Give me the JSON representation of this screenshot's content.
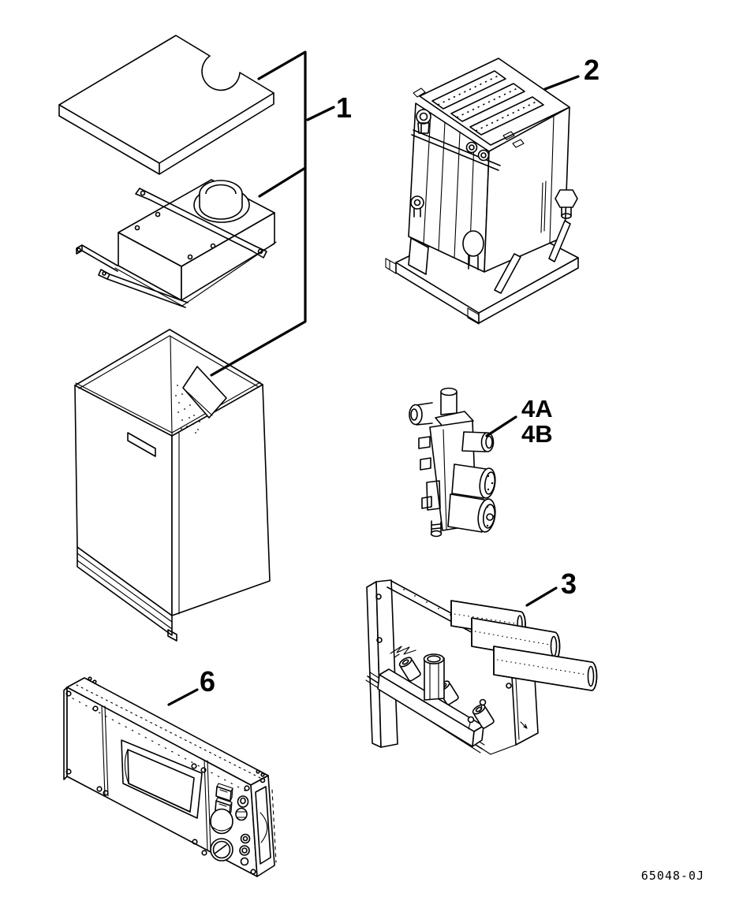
{
  "diagram": {
    "callouts": {
      "c1": "1",
      "c2": "2",
      "c3": "3",
      "c4a": "4A",
      "c4b": "4B",
      "c6": "6"
    },
    "doc_number": "65048-0J",
    "colors": {
      "line": "#000000",
      "background": "#ffffff"
    }
  }
}
